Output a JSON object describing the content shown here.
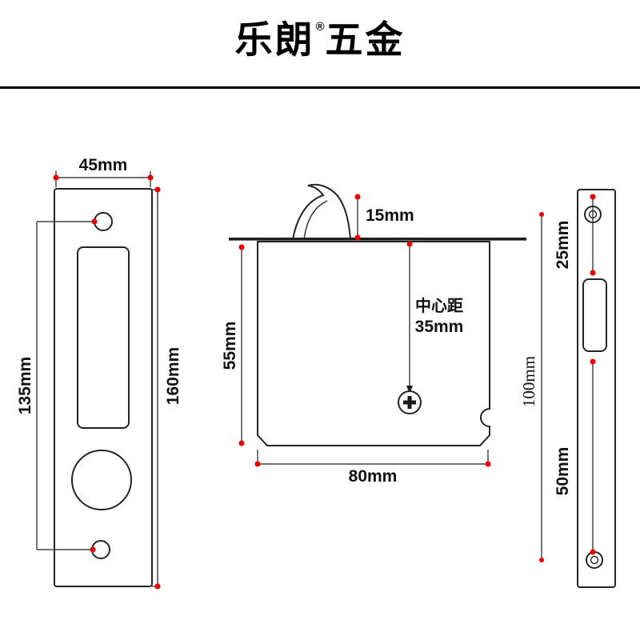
{
  "header": {
    "brand_left": "乐朗",
    "registered_mark": "®",
    "brand_right": "五金"
  },
  "colors": {
    "line": "#1b1b1b",
    "dimension_dot": "#e60000",
    "text": "#111111",
    "background": "#ffffff"
  },
  "front_view": {
    "width_label": "45mm",
    "hole_span_label": "135mm",
    "height_label": "160mm"
  },
  "body_view": {
    "hook_label": "15mm",
    "height_label": "55mm",
    "center_distance_caption": "中心距",
    "center_distance_value": "35mm",
    "width_label": "80mm"
  },
  "edge_view": {
    "upper_label": "25mm",
    "lower_label": "50mm",
    "overall_label": "100mm"
  }
}
